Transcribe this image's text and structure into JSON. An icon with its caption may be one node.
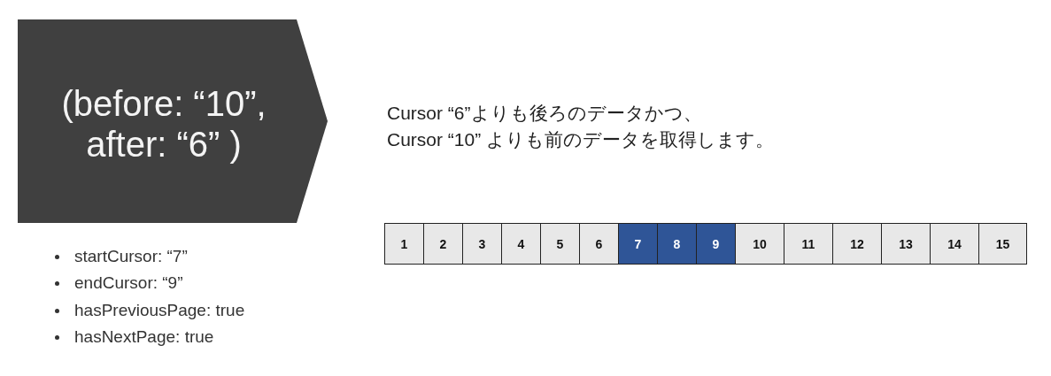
{
  "diagram": {
    "nodes": [
      {
        "text": [
          "(before: “10”, after: “6” )"
        ]
      },
      {
        "text": [
          "1"
        ]
      },
      {
        "text": [
          "2"
        ]
      },
      {
        "text": [
          "3"
        ]
      },
      {
        "text": [
          "4"
        ]
      },
      {
        "text": [
          "5"
        ]
      },
      {
        "text": [
          "6"
        ]
      },
      {
        "text": [
          "7"
        ]
      },
      {
        "text": [
          "8"
        ]
      },
      {
        "text": [
          "9"
        ]
      },
      {
        "text": [
          "10"
        ]
      },
      {
        "text": [
          "11"
        ]
      },
      {
        "text": [
          "12"
        ]
      },
      {
        "text": [
          "13"
        ]
      },
      {
        "text": [
          "14"
        ]
      },
      {
        "text": [
          "15"
        ]
      }
    ],
    "labels": [
      "Cursor “6”よりも後ろのデータかつ、Cursor “10” よりも前のデータを取得します。",
      "startCursor: “7”",
      "endCursor: “9”",
      "hasPreviousPage: true",
      "hasNextPage: true"
    ]
  }
}
